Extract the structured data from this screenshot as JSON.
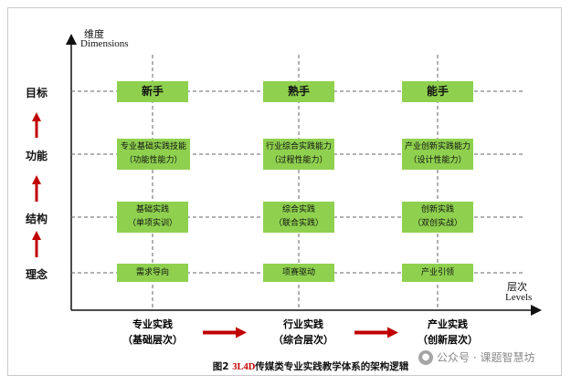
{
  "y_axis": {
    "label_cn": "维度",
    "label_en": "Dimensions"
  },
  "x_axis": {
    "label_cn": "层次",
    "label_en": "Levels"
  },
  "y_levels": [
    "目标",
    "功能",
    "结构",
    "理念"
  ],
  "headers": [
    "新手",
    "熟手",
    "能手"
  ],
  "rows": [
    [
      "专业基础实践技能",
      "行业综合实践能力",
      "产业创新实践能力"
    ],
    [
      "（功能性能力）",
      "（过程性能力）",
      "（设计性能力）"
    ],
    [
      "基础实践",
      "综合实践",
      "创新实践"
    ],
    [
      "（单项实训）",
      "（联合实践）",
      "（双创实战）"
    ],
    [
      "需求导向",
      "项赛驱动",
      "产业引领"
    ]
  ],
  "levels": [
    {
      "title": "专业实践",
      "sub": "（基础层次）"
    },
    {
      "title": "行业实践",
      "sub": "（综合层次）"
    },
    {
      "title": "产业实践",
      "sub": "（创新层次）"
    }
  ],
  "caption": {
    "prefix": "图2 ",
    "accent": "3L4D",
    "text": "传媒类专业实践教学体系的架构逻辑"
  },
  "watermark": {
    "text": "公众号 · 课题智慧坊"
  },
  "colors": {
    "box": "#8fd14f",
    "arrow": "#c00000",
    "grid": "#666666"
  }
}
